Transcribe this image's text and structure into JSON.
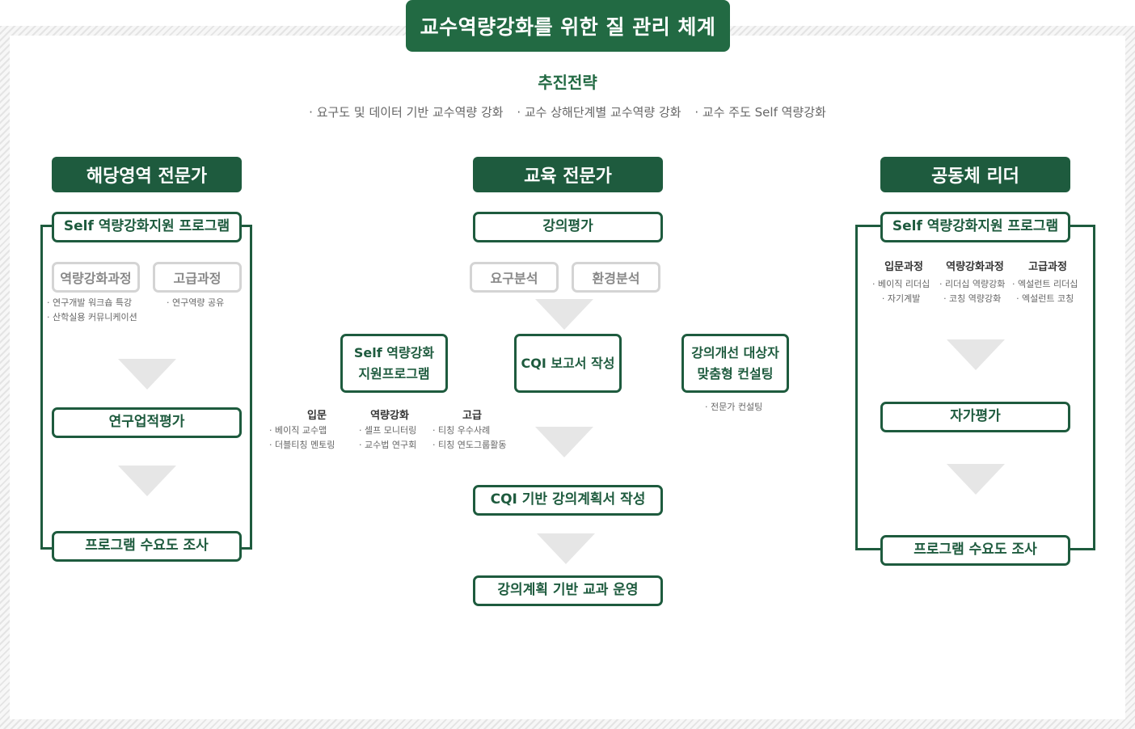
{
  "title": "교수역량강화를 위한 질 관리 체계",
  "strategy": {
    "title": "추진전략",
    "items": [
      "· 요구도 및 데이터 기반 교수역량 강화",
      "· 교수 상해단계별 교수역량 강화",
      "· 교수 주도 Self 역량강화"
    ]
  },
  "left": {
    "head": "해당영역 전문가",
    "program": "Self 역량강화지원 프로그램",
    "course1": "역량강화과정",
    "course2": "고급과정",
    "note1": [
      "· 연구개발 워크숍 특강",
      "· 산학실용 커뮤니케이션"
    ],
    "note2": [
      "· 연구역량 공유"
    ],
    "eval": "연구업적평가",
    "survey": "프로그램 수요도 조사"
  },
  "center": {
    "head": "교육 전문가",
    "lecture_eval": "강의평가",
    "req": "요구분석",
    "env": "환경분석",
    "self_program": [
      "Self 역량강화",
      "지원프로그램"
    ],
    "cqi_report": "CQI 보고서 작성",
    "consult": [
      "강의개선 대상자",
      "맞춤형 컨설팅"
    ],
    "consult_note": "· 전문가 컨설팅",
    "levels": [
      {
        "name": "입문",
        "items": [
          "· 베이직 교수맵",
          "· 더블티칭 멘토링"
        ]
      },
      {
        "name": "역량강화",
        "items": [
          "· 셀프 모니터링",
          "· 교수법 연구회"
        ]
      },
      {
        "name": "고급",
        "items": [
          "· 티칭 우수사례",
          "· 티칭 연도그룹활동"
        ]
      }
    ],
    "cqi_plan": "CQI 기반 강의계획서 작성",
    "operate": "강의계획 기반 교과 운영"
  },
  "right": {
    "head": "공동체 리더",
    "program": "Self 역량강화지원 프로그램",
    "levels": [
      {
        "name": "입문과정",
        "items": [
          "· 베이직 리더십",
          "· 자기계발"
        ]
      },
      {
        "name": "역량강화과정",
        "items": [
          "· 리더십 역량강화",
          "· 코칭 역량강화"
        ]
      },
      {
        "name": "고급과정",
        "items": [
          "· 엑설런트 리더십",
          "· 엑설런트 코칭"
        ]
      }
    ],
    "self_eval": "자가평가",
    "survey": "프로그램 수요도 조사"
  },
  "colors": {
    "primary": "#1e5b3e",
    "accent": "#226a43",
    "muted": "#d4d4d4"
  }
}
